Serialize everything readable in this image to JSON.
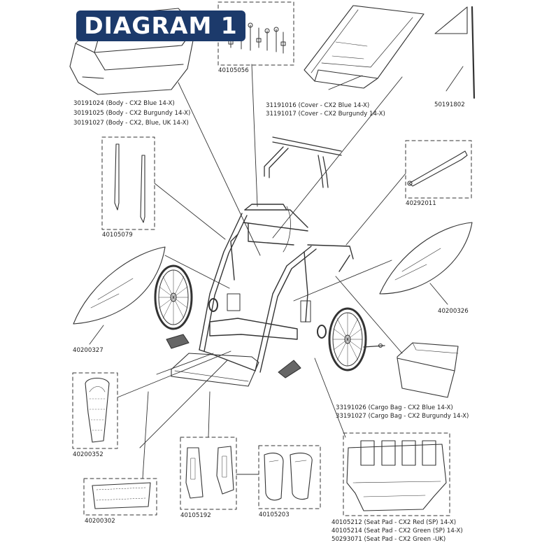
{
  "title": "DIAGRAM 1",
  "colors": {
    "title_bg": "#1c3a6b",
    "title_text": "#ffffff",
    "line": "#333333"
  },
  "labels": {
    "body_1": "30191024 (Body - CX2 Blue 14-X)",
    "body_2": "30191025 (Body - CX2 Burgundy 14-X)",
    "body_3": "30191027 (Body - CX2, Blue, UK 14-X)",
    "hardware": "40105056",
    "cover_1": "31191016 (Cover - CX2 Blue 14-X)",
    "cover_2": "31191017 (Cover - CX2 Burgundy 14-X)",
    "flag": "50191802",
    "strips": "40105079",
    "brake": "40292011",
    "window_right": "40200326",
    "window_left": "40200327",
    "cargo_1": "33191026 (Cargo Bag - CX2 Blue 14-X)",
    "cargo_2": "33191027 (Cargo Bag - CX2 Burgundy 14-X)",
    "headrest": "40200352",
    "mat": "40200302",
    "side_pads": "40105192",
    "pads_small": "40105203",
    "seat_1": "40105212 (Seat Pad - CX2 Red (SP) 14-X)",
    "seat_2": "40105214 (Seat Pad - CX2 Green (SP) 14-X)",
    "seat_3": "50293071 (Seat Pad - CX2 Green -UK)"
  }
}
